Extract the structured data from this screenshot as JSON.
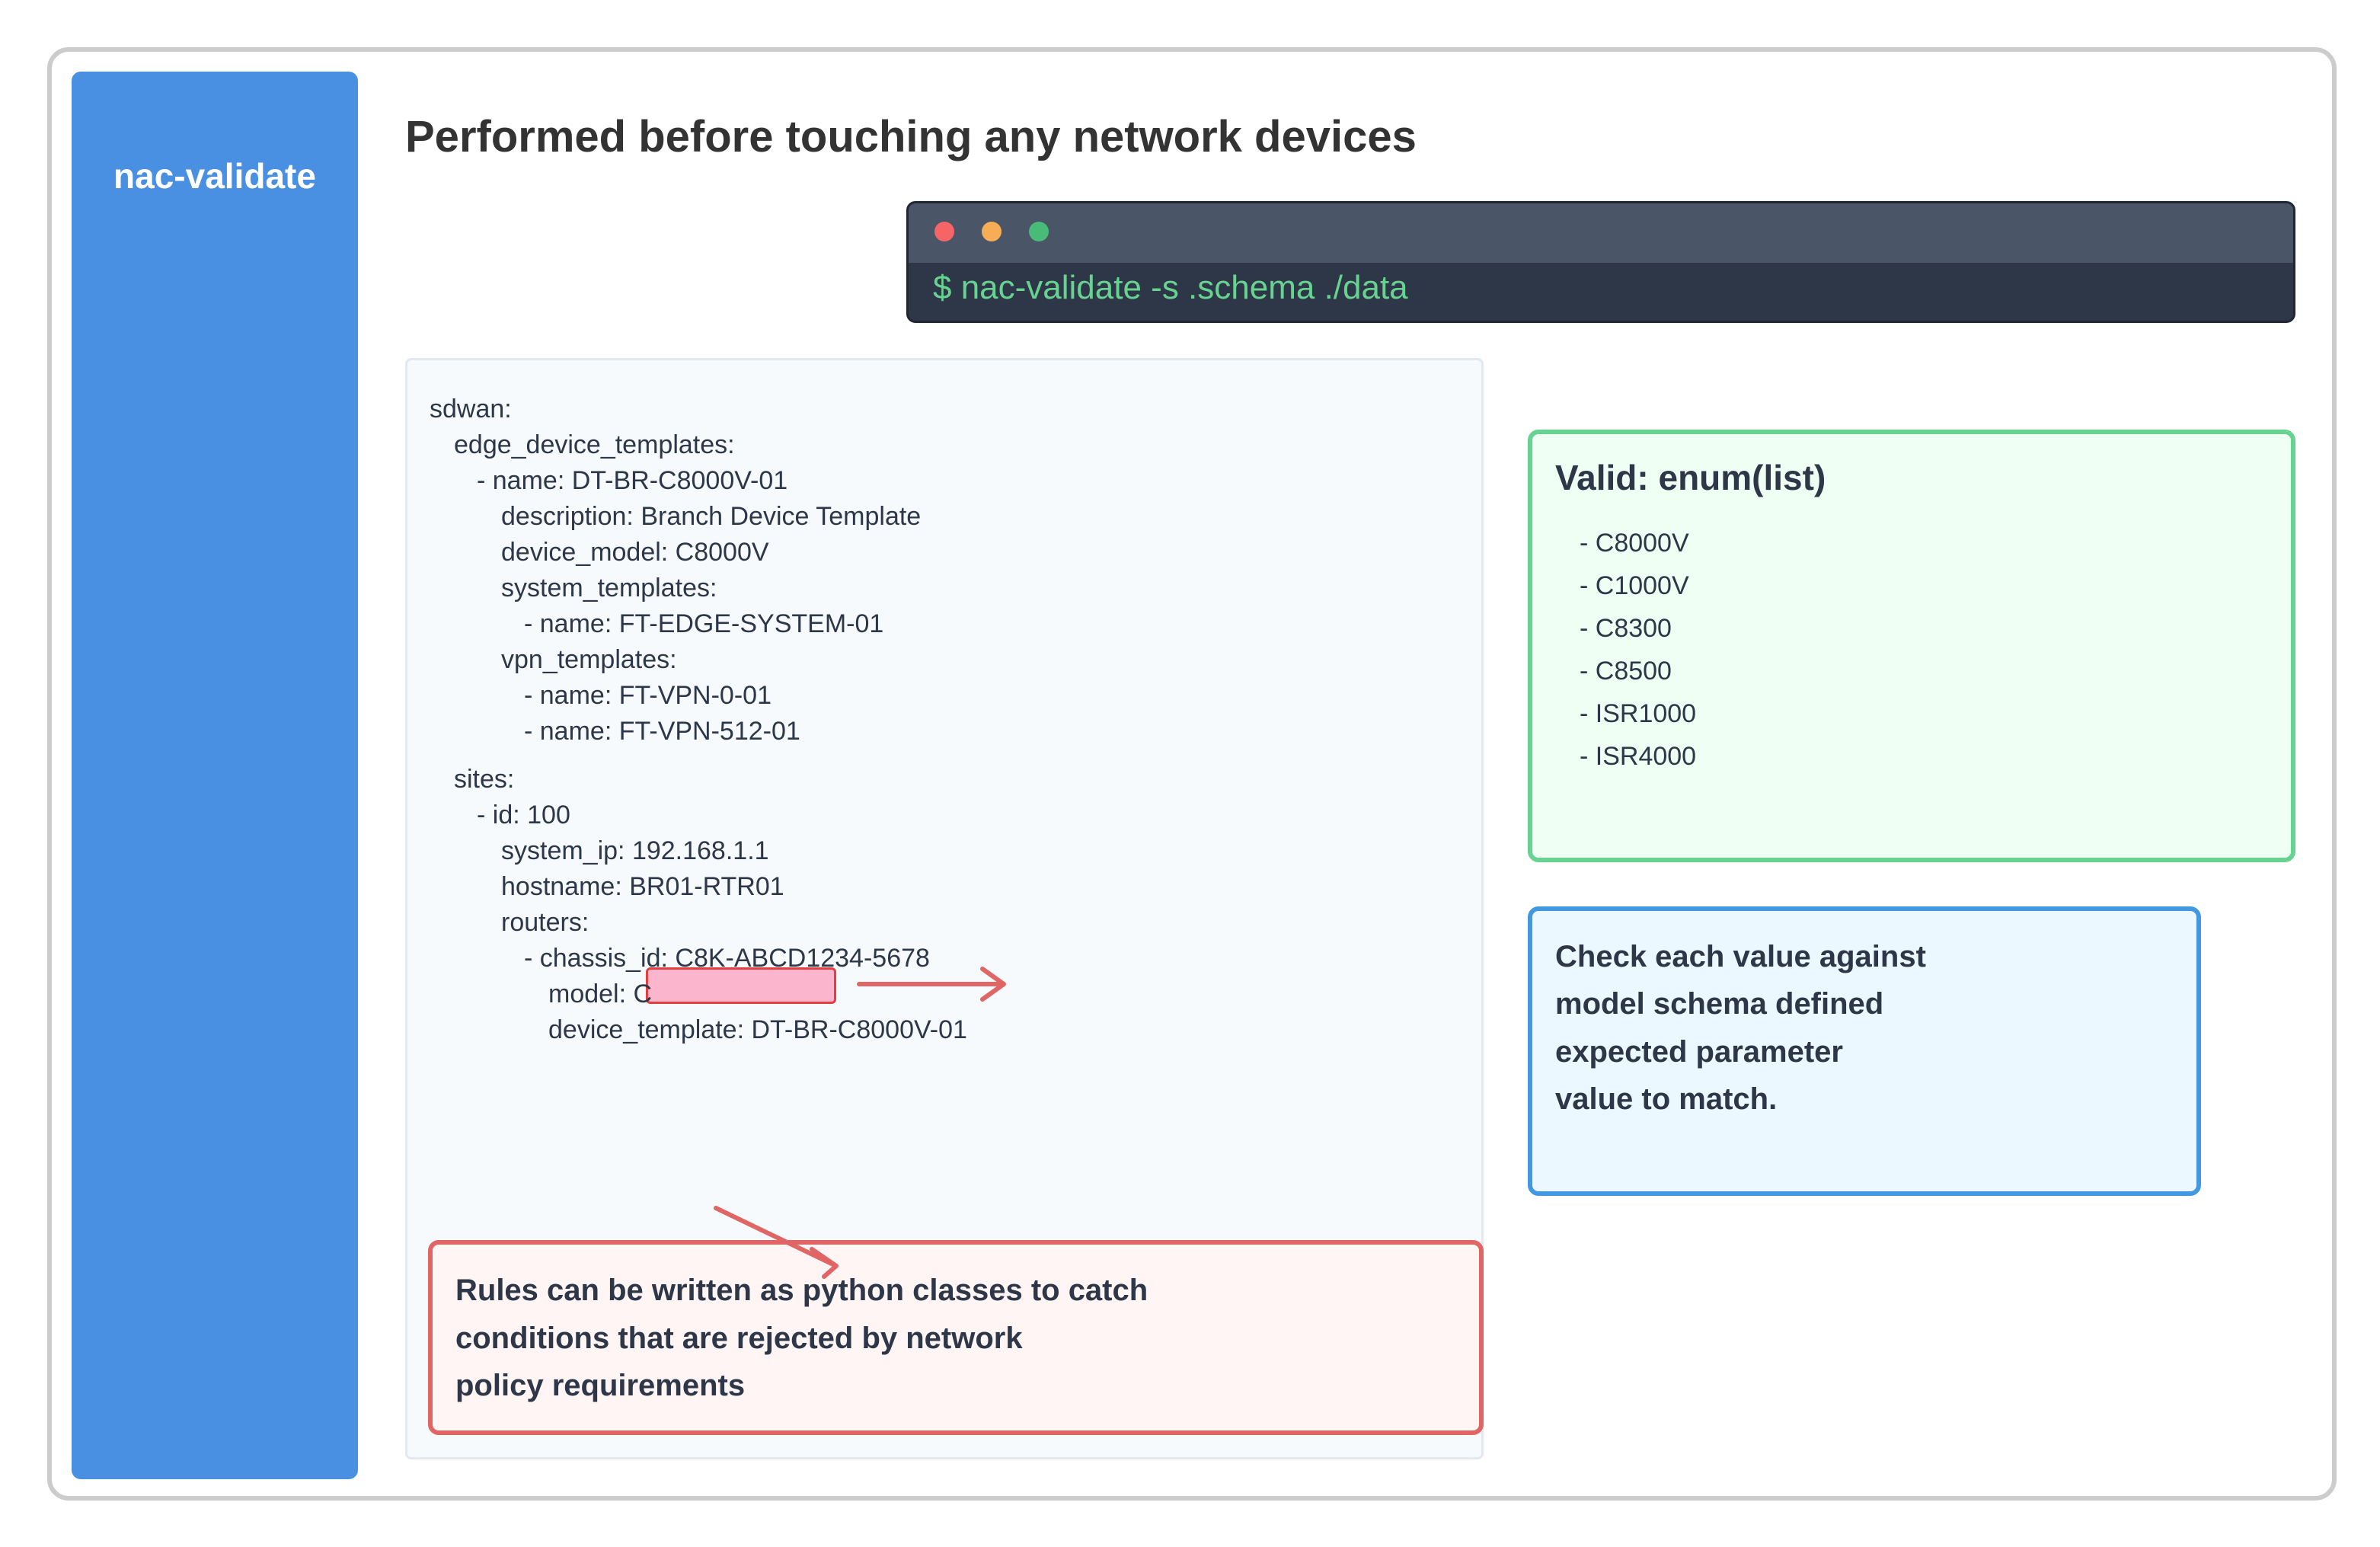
{
  "sidebar": {
    "title": "nac-validate"
  },
  "page_title": "Performed before touching any network devices",
  "terminal": {
    "command": "$ nac-validate -s .schema ./data"
  },
  "code_lines": [
    "sdwan:",
    "edge_device_templates:",
    "- name: DT-BR-C8000V-01",
    "description: Branch Device Template",
    "device_model: C8000V",
    "system_templates:",
    "- name: FT-EDGE-SYSTEM-01",
    "vpn_templates:",
    "- name: FT-VPN-0-01",
    "- name: FT-VPN-512-01",
    "sites:",
    "- id: 100",
    "system_ip: 192.168.1.1",
    "hostname: BR01-RTR01",
    "routers:",
    "- chassis_id: C8K-ABCD1234-5678",
    "model: C",
    "device_template: DT-BR-C8000V-01"
  ],
  "enum_box": {
    "title": "Valid: enum(list)",
    "items": [
      "- C8000V",
      "- C1000V",
      "- C8300",
      "- C8500",
      "- ISR1000",
      "- ISR4000"
    ]
  },
  "check_box": {
    "lines": [
      "Check each value against",
      "model schema defined",
      "expected parameter",
      "value to match."
    ]
  },
  "rules_box": {
    "lines": [
      "Rules can be written as python classes to catch",
      "conditions that are rejected by network",
      "policy requirements"
    ]
  },
  "colors": {
    "sidebar": "#4a90e2",
    "terminal_text": "#68d391",
    "enum_border": "#68d391",
    "check_border": "#4299e1",
    "rules_border": "#e06666",
    "highlight_fill": "#fbb6ce",
    "arrow": "#e06666"
  }
}
